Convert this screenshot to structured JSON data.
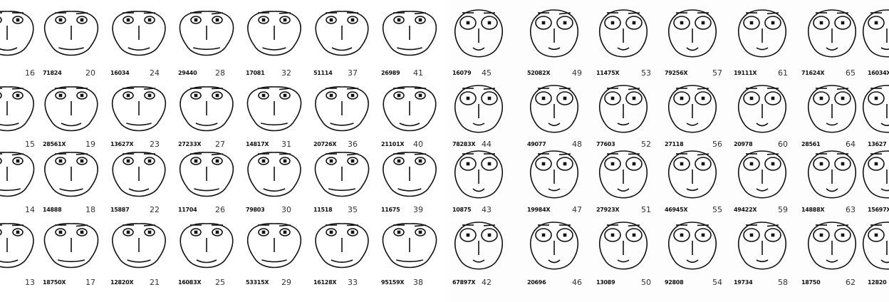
{
  "figure": {
    "rows": [
      [
        [
          "",
          "16"
        ],
        [
          "71824",
          "20"
        ],
        [
          "16034",
          "24"
        ],
        [
          "29440",
          "28"
        ],
        [
          "17081",
          "32"
        ],
        [
          "51114",
          "37"
        ],
        [
          "26989",
          "41"
        ],
        [
          "16079",
          "45"
        ],
        [
          "52082X",
          "49"
        ],
        [
          "11475X",
          "53"
        ],
        [
          "79256X",
          "57"
        ],
        [
          "19111X",
          "61"
        ],
        [
          "71624X",
          "65"
        ],
        [
          "16034X",
          ""
        ]
      ],
      [
        [
          "",
          "15"
        ],
        [
          "28561X",
          "19"
        ],
        [
          "13627X",
          "23"
        ],
        [
          "27233X",
          "27"
        ],
        [
          "14817X",
          "31"
        ],
        [
          "20726X",
          "36"
        ],
        [
          "21101X",
          "40"
        ],
        [
          "78283X",
          "44"
        ],
        [
          "49077",
          "48"
        ],
        [
          "77603",
          "52"
        ],
        [
          "27118",
          "56"
        ],
        [
          "20978",
          "60"
        ],
        [
          "28561",
          "64"
        ],
        [
          "13627",
          ""
        ]
      ],
      [
        [
          "",
          "14"
        ],
        [
          "14888",
          "18"
        ],
        [
          "15887",
          "22"
        ],
        [
          "11704",
          "26"
        ],
        [
          "79803",
          "30"
        ],
        [
          "11518",
          "35"
        ],
        [
          "11675",
          "39"
        ],
        [
          "10875",
          "43"
        ],
        [
          "19984X",
          "47"
        ],
        [
          "27923X",
          "51"
        ],
        [
          "46945X",
          "55"
        ],
        [
          "49422X",
          "59"
        ],
        [
          "14888X",
          "63"
        ],
        [
          "15697X",
          ""
        ]
      ],
      [
        [
          "",
          "13"
        ],
        [
          "18750X",
          "17"
        ],
        [
          "12820X",
          "21"
        ],
        [
          "16083X",
          "25"
        ],
        [
          "53315X",
          "29"
        ],
        [
          "16128X",
          "33"
        ],
        [
          "95159X",
          "38"
        ],
        [
          "67897X",
          "42"
        ],
        [
          "20696",
          "46"
        ],
        [
          "13089",
          "50"
        ],
        [
          "92808",
          "54"
        ],
        [
          "19734",
          "58"
        ],
        [
          "18750",
          "62"
        ],
        [
          "12820",
          ""
        ]
      ]
    ],
    "ink_color": "#111111"
  }
}
